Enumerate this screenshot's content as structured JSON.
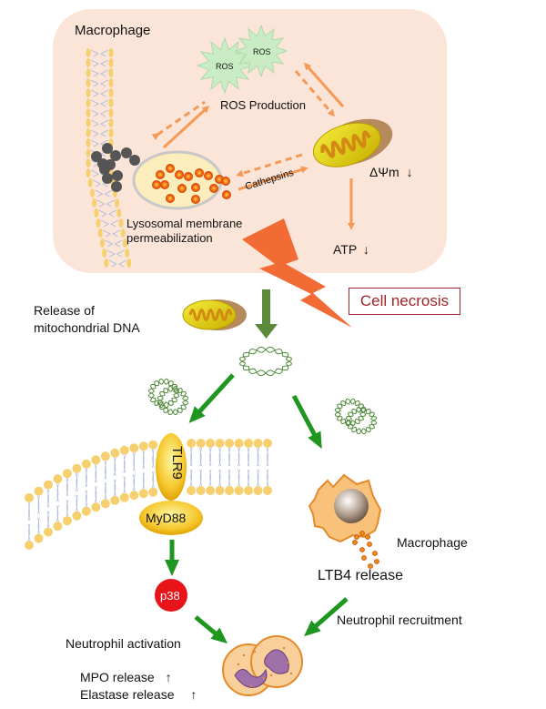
{
  "colors": {
    "cell_background": "#fbe5d8",
    "orange_arrow": "#f59a56",
    "green_arrow": "#1e9620",
    "dark_green_arrow": "#5a8a3a",
    "lightning": "#f26b35",
    "necrosis_border": "#a0242a",
    "ros_star": "#c9ecc4",
    "p38": "#e8141a",
    "membrane_head": "#f6cf6e"
  },
  "top_panel": {
    "title": "Macrophage",
    "ros_labels": [
      "ROS",
      "ROS"
    ],
    "ros_production": "ROS Production",
    "cathepsins": "Cathepsins",
    "lmp_line1": "Lysosomal membrane",
    "lmp_line2": "permeabilization",
    "delta_psi": "ΔΨm",
    "atp": "ATP",
    "down_arrow": "↓"
  },
  "necrosis": {
    "label": "Cell necrosis"
  },
  "release": {
    "line1": "Release of",
    "line2": "mitochondrial DNA"
  },
  "left_pathway": {
    "receptor": "TLR9",
    "adaptor": "MyD88",
    "kinase": "p38",
    "outcome": "Neutrophil activation",
    "effects": [
      {
        "label": "MPO release",
        "arrow": "↑"
      },
      {
        "label": "Elastase release",
        "arrow": "↑"
      }
    ]
  },
  "right_pathway": {
    "cell_label": "Macrophage",
    "mediator": "LTB4 release",
    "outcome": "Neutrophil recruitment"
  }
}
